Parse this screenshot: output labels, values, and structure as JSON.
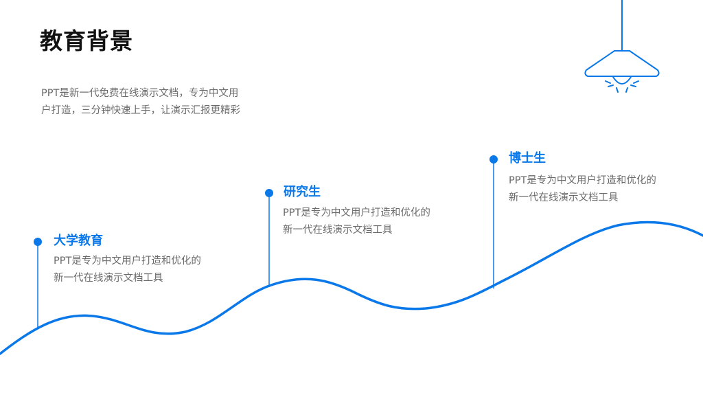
{
  "header": {
    "title": "教育背景",
    "intro_lines": [
      "PPT是新一代免费在线演示文档，专为中文用",
      "户打造，三分钟快速上手，让演示汇报更精彩"
    ]
  },
  "timeline": {
    "accent_color": "#0a78e8",
    "stages": [
      {
        "title": "大学教育",
        "desc_lines": [
          "PPT是专为中文用户打造和优化的",
          "新一代在线演示文档工具"
        ]
      },
      {
        "title": "研究生",
        "desc_lines": [
          "PPT是专为中文用户打造和优化的",
          "新一代在线演示文档工具"
        ]
      },
      {
        "title": "博士生",
        "desc_lines": [
          "PPT是专为中文用户打造和优化的",
          "新一代在线演示文档工具"
        ]
      }
    ]
  },
  "decoration": {
    "lamp_icon": "hanging-lamp-icon"
  }
}
